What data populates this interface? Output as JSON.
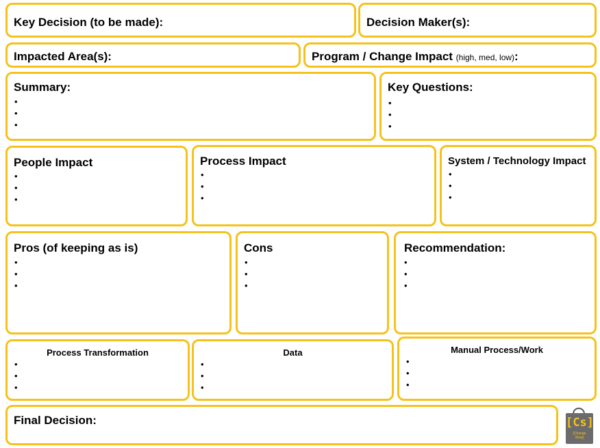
{
  "header": {
    "key_decision": "Key Decision (to be made):",
    "decision_makers": "Decision Maker(s):",
    "impacted_areas": "Impacted Area(s):",
    "program_change_impact": "Program / Change Impact ",
    "program_change_impact_hint": "(high, med, low)",
    "program_change_impact_colon": ":"
  },
  "summary": {
    "title": "Summary:",
    "bullets": [
      "",
      "",
      ""
    ]
  },
  "key_questions": {
    "title": "Key Questions:",
    "bullets": [
      "",
      "",
      ""
    ]
  },
  "impacts": {
    "people": {
      "title": "People Impact",
      "bullets": [
        "",
        "",
        ""
      ]
    },
    "process": {
      "title": "Process Impact",
      "bullets": [
        "",
        "",
        ""
      ]
    },
    "system": {
      "title": "System / Technology Impact",
      "bullets": [
        "",
        "",
        ""
      ]
    }
  },
  "evaluation": {
    "pros": {
      "title": "Pros (of keeping as is)",
      "bullets": [
        "",
        "",
        ""
      ]
    },
    "cons": {
      "title": "Cons",
      "bullets": [
        "",
        "",
        ""
      ]
    },
    "recommendation": {
      "title": "Recommendation:",
      "bullets": [
        "",
        "",
        ""
      ]
    }
  },
  "work": {
    "process_transformation": {
      "title": "Process Transformation",
      "bullets": [
        "",
        "",
        ""
      ]
    },
    "data": {
      "title": "Data",
      "bullets": [
        "",
        "",
        ""
      ]
    },
    "manual_process": {
      "title": "Manual Process/Work",
      "bullets": [
        "",
        "",
        ""
      ]
    }
  },
  "final_decision": {
    "title": "Final Decision:"
  },
  "logo": {
    "mark": "[Cs]",
    "text_line1": "[Change",
    "text_line2": "Shop]"
  },
  "colors": {
    "border": "#f5c21b",
    "logo_bag": "#6b6b6b"
  }
}
